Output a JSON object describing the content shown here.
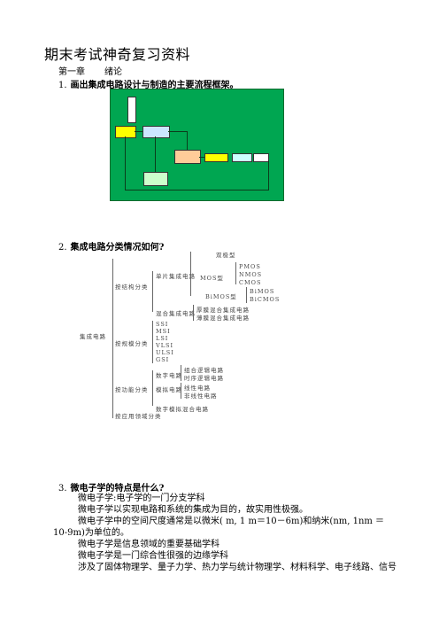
{
  "doc": {
    "title": "期末考试神奇复习资料",
    "chapter": {
      "number": "第一章",
      "name": "绪论"
    }
  },
  "q1": {
    "num": "1.",
    "text": "画出集成电路设计与制造的主要流程框架。"
  },
  "q2": {
    "num": "2.",
    "text": "集成电路分类情况如何?"
  },
  "tree": {
    "root": "集成电路",
    "l1": [
      "按结构分类",
      "按规模分类",
      "按功能分类",
      "按应用领域分类"
    ],
    "struct_children": [
      "单片集成电路",
      "混合集成电路"
    ],
    "mono_children": [
      "双极型",
      "MOS型",
      "BiMOS型"
    ],
    "mos_children": [
      "PMOS",
      "NMOS",
      "CMOS"
    ],
    "bimos_children": [
      "BiMOS",
      "BiCMOS"
    ],
    "hybrid_children": [
      "厚膜混合集成电路",
      "薄膜混合集成电路"
    ],
    "scale_children": [
      "SSI",
      "MSI",
      "LSI",
      "VLSI",
      "ULSI",
      "GSI"
    ],
    "func_children": [
      "数字电路",
      "模拟电路",
      "数字模拟混合电路"
    ],
    "digital_children": [
      "组合逻辑电路",
      "时序逻辑电路"
    ],
    "analog_children": [
      "线性电路",
      "非线性电路"
    ]
  },
  "q3": {
    "num": "3.",
    "text": "微电子学的特点是什么?",
    "lines": [
      "微电子学:电子学的一门分支学科",
      "微电子学以实现电路和系统的集成为目的，故实用性极强。",
      "微电子学中的空间尺度通常是以微米(    m, 1      m＝10－6m)和纳米(nm, 1nm  ＝",
      "10-9m)为单位的。",
      "微电子学是信息领域的重要基础学科",
      "微电子学是一门综合性很强的边缘学科",
      "涉及了固体物理学、量子力学、热力学与统计物理学、材料科学、电子线路、信号"
    ]
  },
  "colors": {
    "flow_bg": "#00a651",
    "yellow": "#ffff00",
    "light_blue": "#cce6ff",
    "peach": "#ffcc99",
    "light_green": "#ccffcc",
    "aqua": "#ccffff"
  }
}
